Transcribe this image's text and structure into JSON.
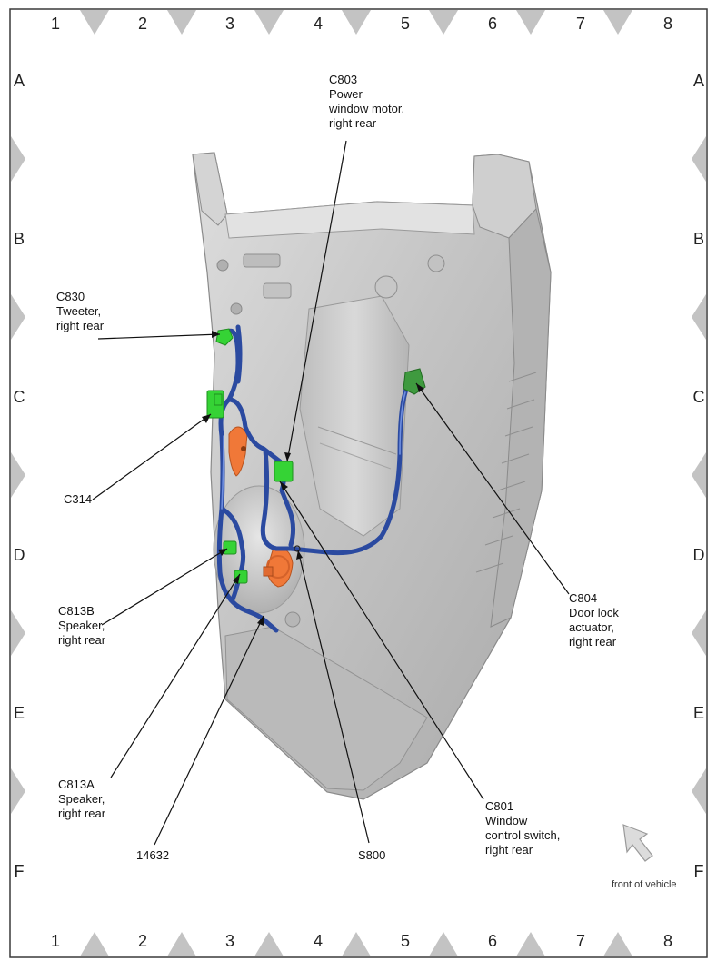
{
  "grid": {
    "columns": [
      "1",
      "2",
      "3",
      "4",
      "5",
      "6",
      "7",
      "8"
    ],
    "rows": [
      "A",
      "B",
      "C",
      "D",
      "E",
      "F"
    ]
  },
  "labels": {
    "c803": [
      "C803",
      "Power",
      "window motor,",
      "right rear"
    ],
    "c830": [
      "C830",
      "Tweeter,",
      "right rear"
    ],
    "c314": [
      "C314"
    ],
    "c813b": [
      "C813B",
      "Speaker,",
      "right rear"
    ],
    "c813a": [
      "C813A",
      "Speaker,",
      "right rear"
    ],
    "c14632": [
      "14632"
    ],
    "s800": [
      "S800"
    ],
    "c801": [
      "C801",
      "Window",
      "control switch,",
      "right rear"
    ],
    "c804": [
      "C804",
      "Door lock",
      "actuator,",
      "right rear"
    ]
  },
  "orientation": {
    "label": "front of vehicle",
    "icon": "arrow-up-left-icon"
  },
  "colors": {
    "harness": "#2b4aa0",
    "connector": "#35d335",
    "component": "#f07838",
    "door_panel": "#c8c8c8",
    "border_triangle": "#c3c3c3"
  }
}
